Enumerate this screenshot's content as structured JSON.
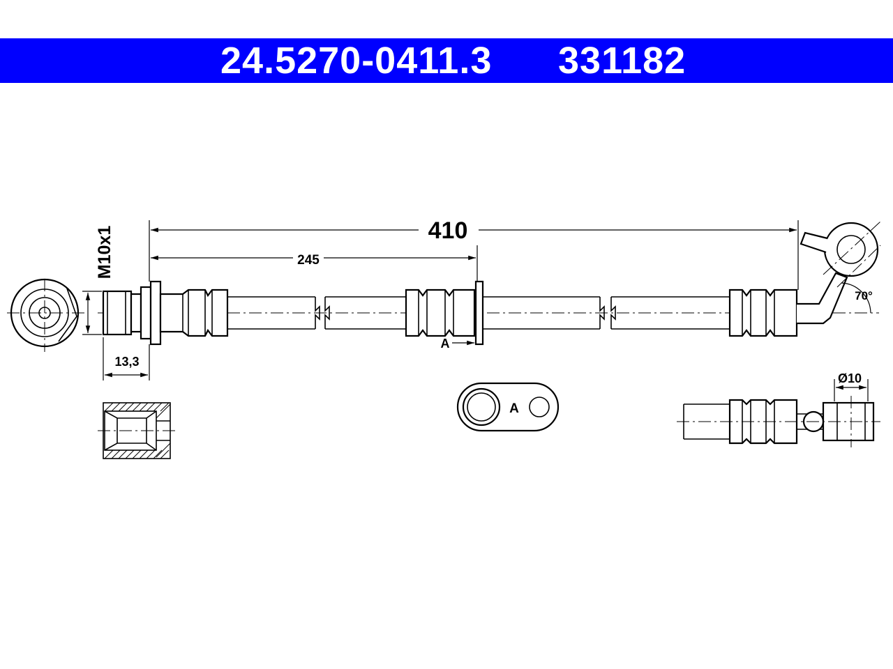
{
  "header": {
    "part_number": "24.5270-0411.3",
    "alt_number": "331182"
  },
  "dimensions": {
    "total_length": "410",
    "bracket_position": "245",
    "thread": "M10x1",
    "fitting_length": "13,3",
    "bracket_label": "A",
    "eye_angle": "70°",
    "eye_diameter": "Ø10",
    "detail_label": "A"
  },
  "colors": {
    "header_bg": "#0000ff",
    "header_text": "#ffffff",
    "line": "#000000"
  }
}
